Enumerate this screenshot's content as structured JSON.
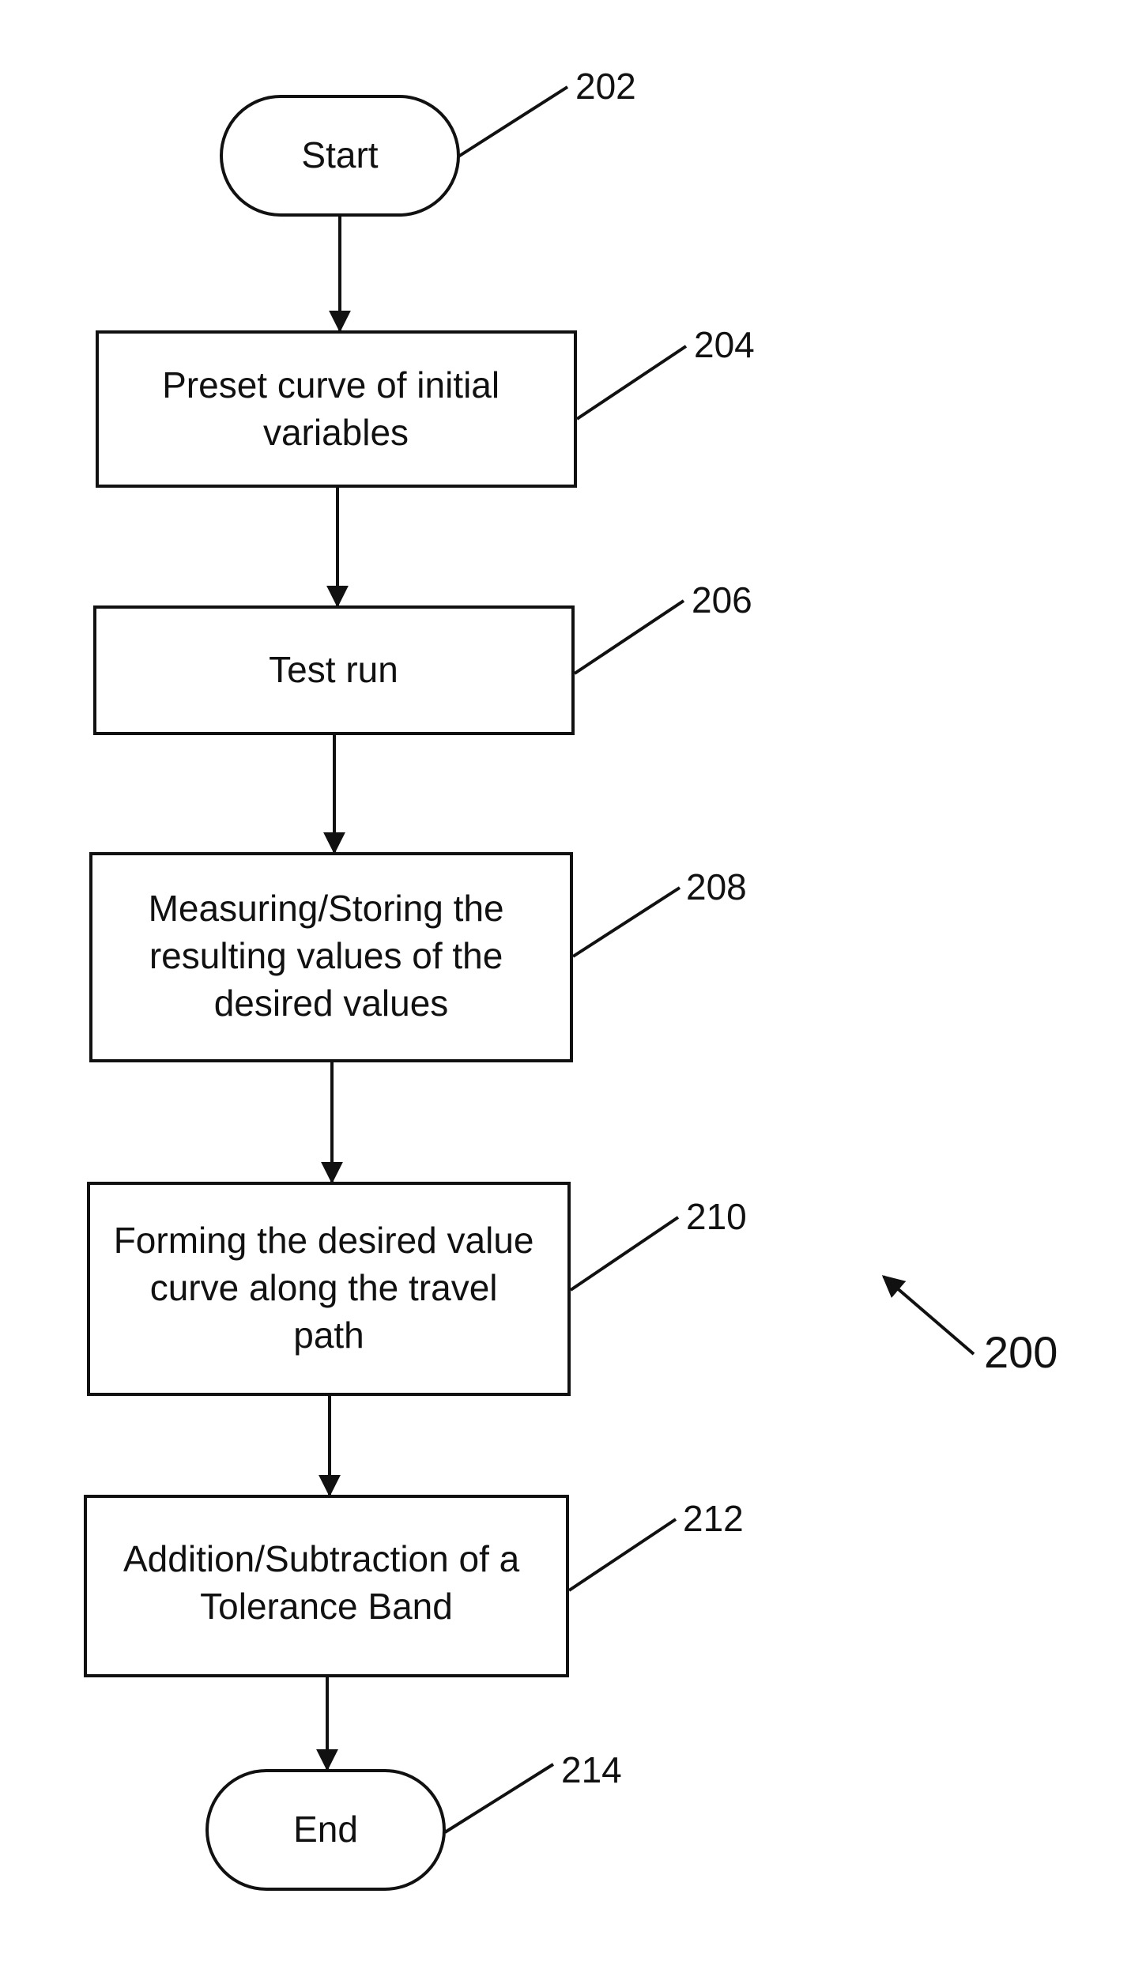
{
  "figure_label": "200",
  "nodes": [
    {
      "id": "start",
      "ref": "202",
      "lines": [
        "Start"
      ]
    },
    {
      "id": "preset",
      "ref": "204",
      "lines": [
        "Preset curve of initial",
        "variables"
      ]
    },
    {
      "id": "test-run",
      "ref": "206",
      "lines": [
        "Test run"
      ]
    },
    {
      "id": "measuring",
      "ref": "208",
      "lines": [
        "Measuring/Storing the",
        "resulting values of the",
        "desired values"
      ]
    },
    {
      "id": "forming",
      "ref": "210",
      "lines": [
        "Forming the desired value",
        "curve along the travel",
        "path"
      ]
    },
    {
      "id": "tolerance",
      "ref": "212",
      "lines": [
        "Addition/Subtraction of a",
        "Tolerance Band"
      ]
    },
    {
      "id": "end",
      "ref": "214",
      "lines": [
        "End"
      ]
    }
  ]
}
